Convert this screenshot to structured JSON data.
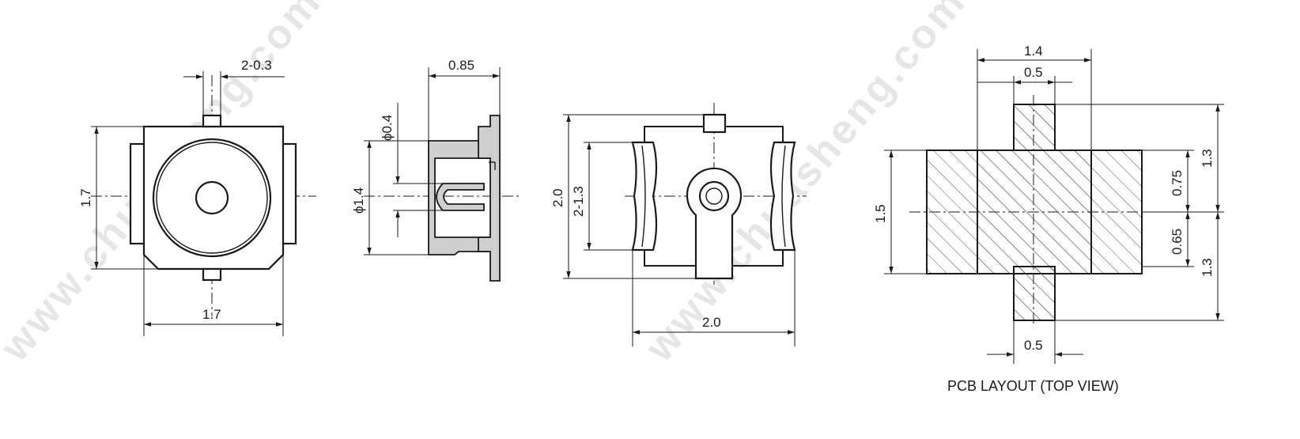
{
  "watermark": "www.chuasheng.com",
  "caption": "PCB LAYOUT (TOP VIEW)",
  "front_view": {
    "dim_top": "2-0.3",
    "dim_left": "1.7",
    "dim_bottom": "1.7"
  },
  "side_view": {
    "dim_top": "0.85",
    "dim_phi_small": "ϕ0.4",
    "dim_phi_large": "ϕ1.4"
  },
  "bottom_view": {
    "dim_height": "2.0",
    "dim_pitch": "2-1.3",
    "dim_width": "2.0"
  },
  "pcb_layout": {
    "dim_top_outer": "1.4",
    "dim_top_inner": "0.5",
    "dim_bottom": "0.5",
    "dim_left": "1.5",
    "dim_right_upper": "0.75",
    "dim_right_lower": "0.65",
    "dim_far_right_upper": "1.3",
    "dim_far_right_lower": "1.3"
  }
}
